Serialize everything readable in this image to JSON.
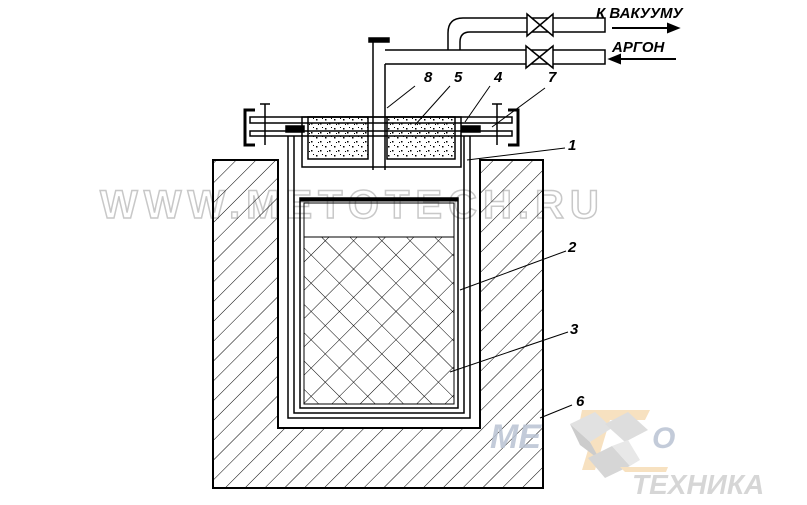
{
  "diagram": {
    "labels": {
      "vacuum": "К ВАКУУМУ",
      "argon": "АРГОН",
      "p1": "1",
      "p2": "2",
      "p3": "3",
      "p4": "4",
      "p5": "5",
      "p6": "6",
      "p7": "7",
      "p8": "8"
    },
    "watermark": "WWW.METOTECH.RU",
    "logo": {
      "top": "МЕ",
      "o": "О",
      "bottom": "ТЕХНИКА"
    }
  }
}
